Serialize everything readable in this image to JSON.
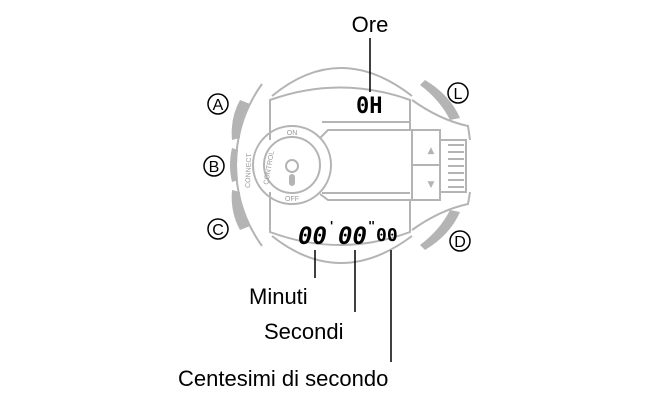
{
  "labels": {
    "hours": "Ore",
    "minutes": "Minuti",
    "seconds": "Secondi",
    "hundredths": "Centesimi di secondo"
  },
  "buttons": {
    "a": "A",
    "b": "B",
    "c": "C",
    "d": "D",
    "l": "L"
  },
  "display": {
    "hours": "0H",
    "minutes": "00",
    "seconds": "00",
    "hundredths": "00",
    "minute_mark": "'",
    "second_mark": "\""
  },
  "control": {
    "on": "ON",
    "off": "OFF",
    "control": "CONTROL",
    "connect": "CONNECT",
    "up": "▲",
    "down": "▼"
  }
}
